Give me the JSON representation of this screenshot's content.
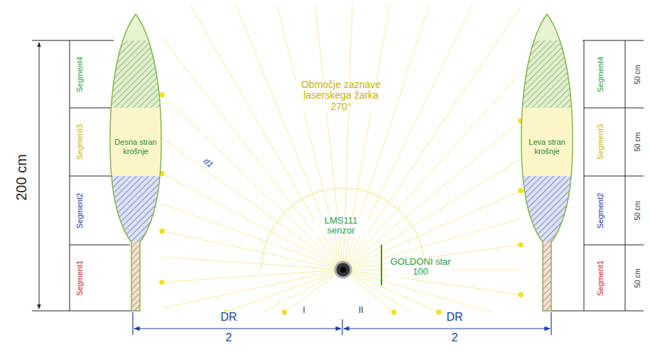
{
  "diagram": {
    "nodes": [
      {
        "text": [
          "Desna stran krošnje"
        ]
      },
      {
        "text": [
          "Leva stran krošnje"
        ]
      }
    ],
    "labels": [
      "200 cm",
      "Segment4",
      "Segment3",
      "Segment2",
      "Segment1",
      "Območje zaznave laserskega žarka 270°",
      "d1",
      "LMS111 senzor",
      "GOLDONI star 100",
      "I",
      "II",
      "DR",
      "2",
      "DR",
      "2",
      "Segment4",
      "Segment3",
      "Segment2",
      "Segment1",
      "50 cm",
      "50 cm",
      "50 cm",
      "50 cm"
    ]
  }
}
